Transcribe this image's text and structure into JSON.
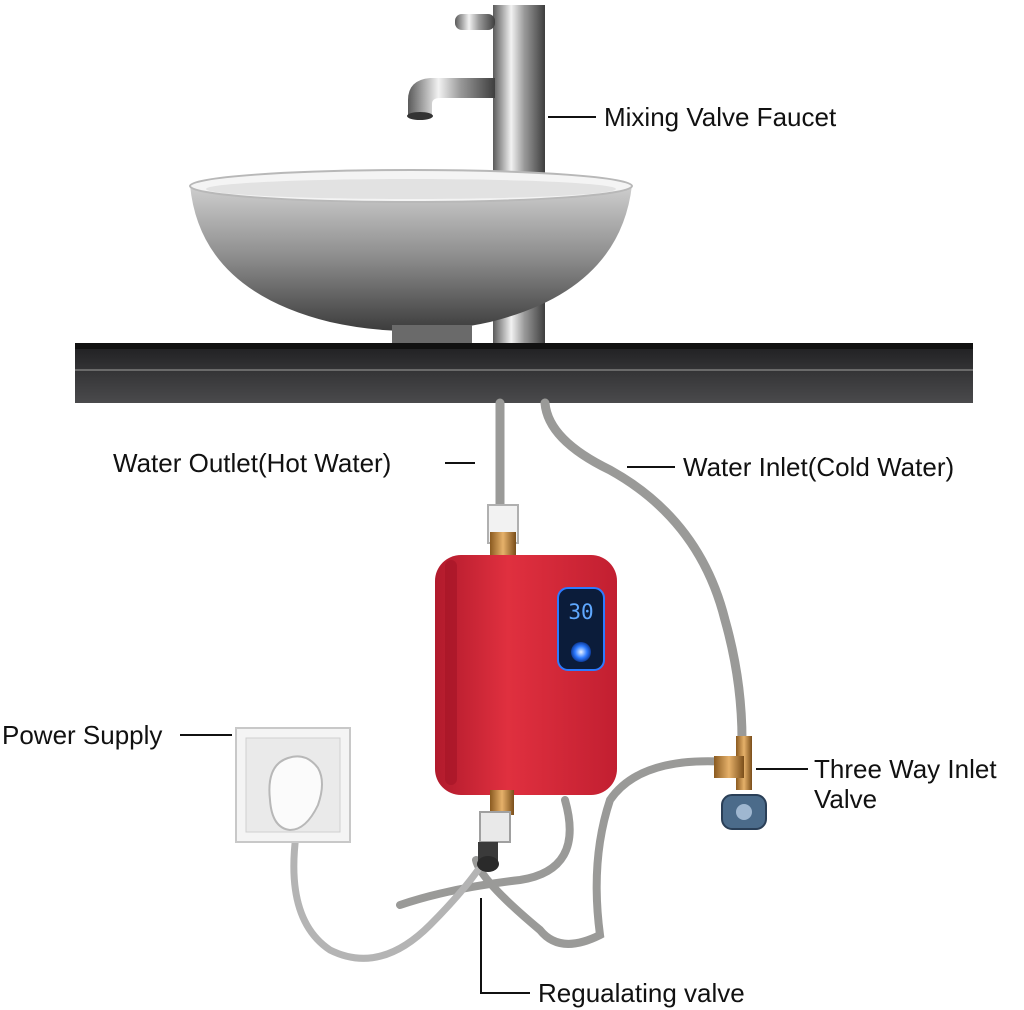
{
  "labels": {
    "faucet": "Mixing Valve Faucet",
    "outlet": "Water Outlet(Hot Water)",
    "inlet": "Water Inlet(Cold Water)",
    "power": "Power Supply",
    "three_way_line1": "Three Way Inlet",
    "three_way_line2": "Valve",
    "regulating": "Regualating valve"
  },
  "heater": {
    "display_value": "30"
  },
  "colors": {
    "heater_red": "#d8283a",
    "display_blue": "#2d7bff",
    "countertop": "#2a2a2c",
    "hose": "#9a9a98",
    "brass": "#c8924a"
  },
  "icons": {
    "faucet": "faucet-icon",
    "sink": "sink-bowl-icon",
    "heater": "water-heater-icon",
    "outlet": "power-socket-icon",
    "valve": "valve-icon"
  }
}
